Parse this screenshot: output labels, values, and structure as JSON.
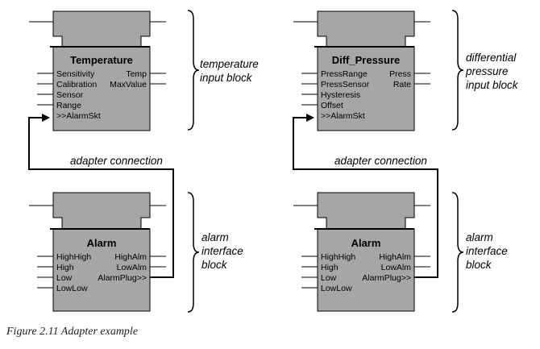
{
  "blocks": {
    "temperature": {
      "title": "Temperature",
      "inputs": [
        "Sensitivity",
        "Calibration",
        "Sensor",
        "Range",
        ">>AlarmSkt"
      ],
      "outputs": [
        "Temp",
        "MaxValue"
      ],
      "note": [
        "temperature",
        "input block"
      ]
    },
    "diff_pressure": {
      "title": "Diff_Pressure",
      "inputs": [
        "PressRange",
        "PressSensor",
        "Hysteresis",
        "Offset",
        ">>AlarmSkt"
      ],
      "outputs": [
        "Press",
        "Rate"
      ],
      "note": [
        "differential",
        "pressure",
        "input block"
      ]
    },
    "alarm_left": {
      "title": "Alarm",
      "inputs": [
        "HighHigh",
        "High",
        "Low",
        "LowLow"
      ],
      "outputs": [
        "HighAlm",
        "LowAlm",
        "AlarmPlug>>"
      ],
      "note": [
        "alarm",
        "interface",
        "block"
      ]
    },
    "alarm_right": {
      "title": "Alarm",
      "inputs": [
        "HighHigh",
        "High",
        "Low",
        "LowLow"
      ],
      "outputs": [
        "HighAlm",
        "LowAlm",
        "AlarmPlug>>"
      ],
      "note": [
        "alarm",
        "interface",
        "block"
      ]
    }
  },
  "connections": {
    "left_label": "adapter connection",
    "right_label": "adapter connection"
  },
  "caption": "Figure 2.11   Adapter example",
  "colors": {
    "block_fill": "#a6a6a6",
    "stroke": "#000000"
  }
}
